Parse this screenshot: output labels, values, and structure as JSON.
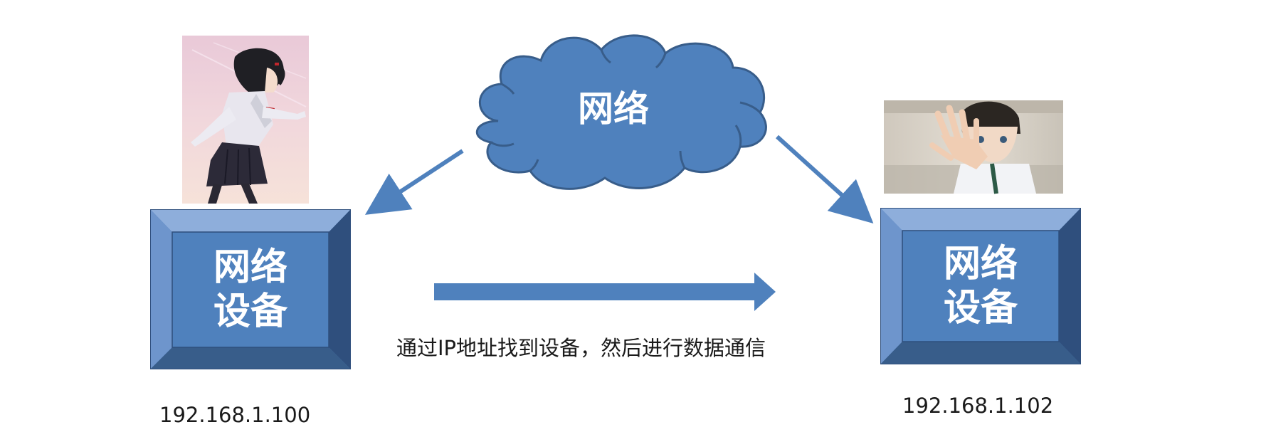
{
  "cloud": {
    "label": "网络"
  },
  "left_device": {
    "label_line1": "网络",
    "label_line2": "设备",
    "ip": "192.168.1.100"
  },
  "right_device": {
    "label_line1": "网络",
    "label_line2": "设备",
    "ip": "192.168.1.102"
  },
  "caption": "通过IP地址找到设备，然后进行数据通信",
  "colors": {
    "accent": "#4f81bd",
    "accent_dark": "#385d8a",
    "bevel_light": "#8eaedb",
    "bevel_mid": "#6e95cc",
    "bevel_dark": "#2f4f7d",
    "text_on_accent": "#ffffff"
  }
}
